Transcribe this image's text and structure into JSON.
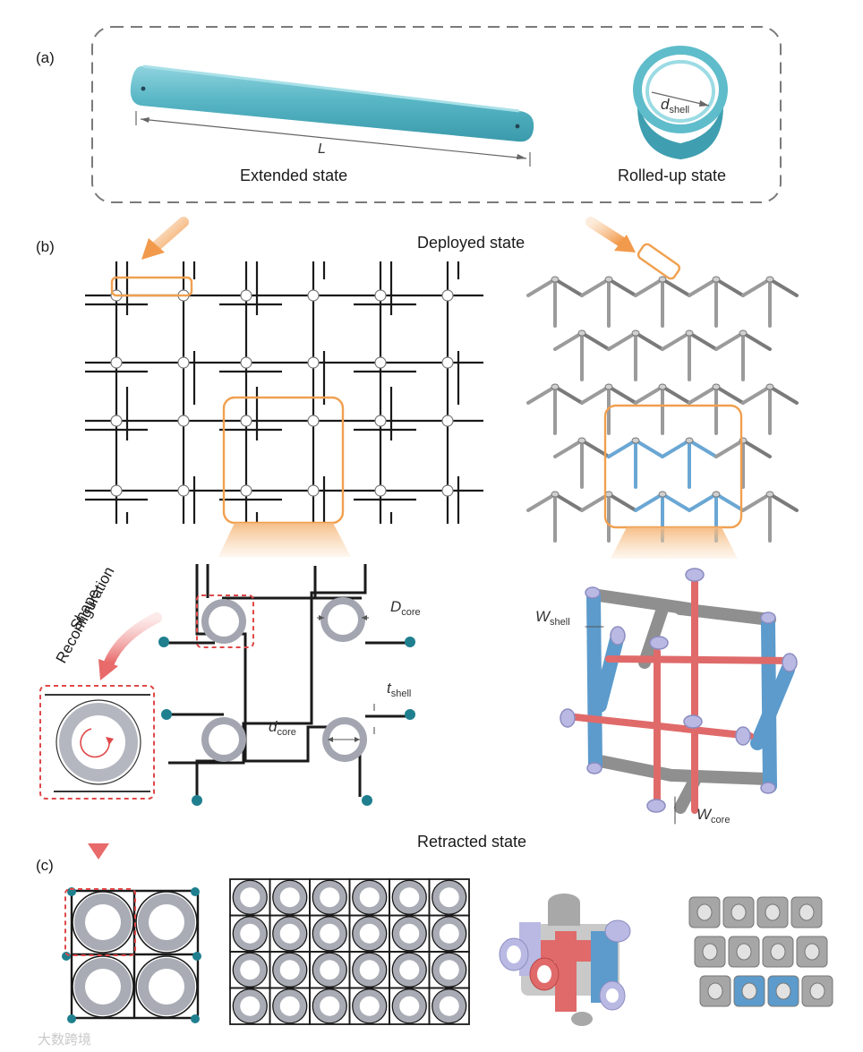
{
  "panels": {
    "a": "(a)",
    "b": "(b)",
    "c": "(c)"
  },
  "states": {
    "extended": "Extended state",
    "rolled": "Rolled-up state",
    "deployed": "Deployed state",
    "retracted": "Retracted state"
  },
  "dims": {
    "L": "L",
    "d_shell": "d",
    "d_shell_sub": "shell",
    "D_core": "D",
    "D_core_sub": "core",
    "t_shell": "t",
    "t_shell_sub": "shell",
    "d_core": "d",
    "d_core_sub": "core",
    "W_shell": "W",
    "W_shell_sub": "shell",
    "W_core": "W",
    "W_core_sub": "core"
  },
  "arrow_label": {
    "line1": "Shape-",
    "line2": "Reconfiguration"
  },
  "watermark": "大数跨境",
  "colors": {
    "teal": "#4fb3c2",
    "orange": "#f0a860",
    "red_dash": "#e04848",
    "steel_blue": "#5b9bc8",
    "coral": "#e06565",
    "lavender": "#b8b8e0",
    "grey": "#9a9a9a",
    "dot": "#1f7f8f"
  }
}
